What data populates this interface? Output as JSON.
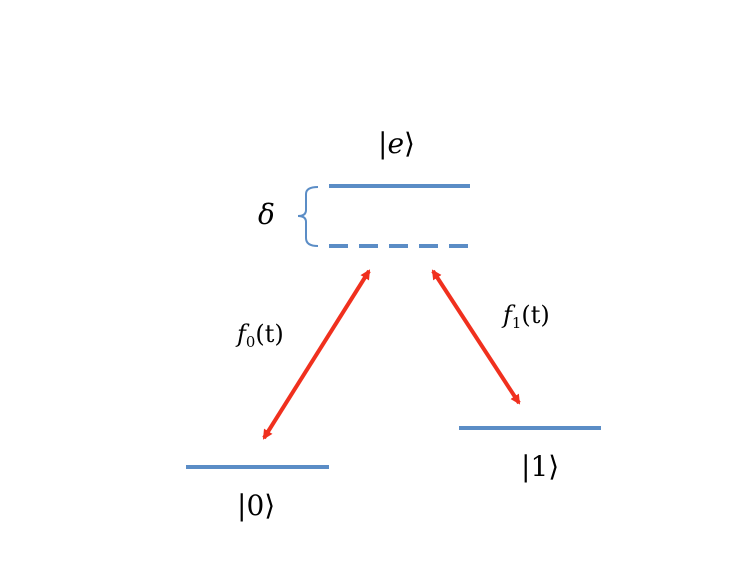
{
  "colors": {
    "level": "#5B8DC6",
    "transition": "#F0301E",
    "text": "#000000",
    "background": "#ffffff"
  },
  "levels": {
    "excited": {
      "label": "e"
    },
    "virtual": {
      "style": "dashed"
    },
    "ground0": {
      "label": "0"
    },
    "ground1": {
      "label": "1"
    }
  },
  "detuning": {
    "label": "δ"
  },
  "transitions": {
    "f0": {
      "symbol": "f",
      "index": "0",
      "argument": "(t)"
    },
    "f1": {
      "symbol": "f",
      "index": "1",
      "argument": "(t)"
    }
  }
}
